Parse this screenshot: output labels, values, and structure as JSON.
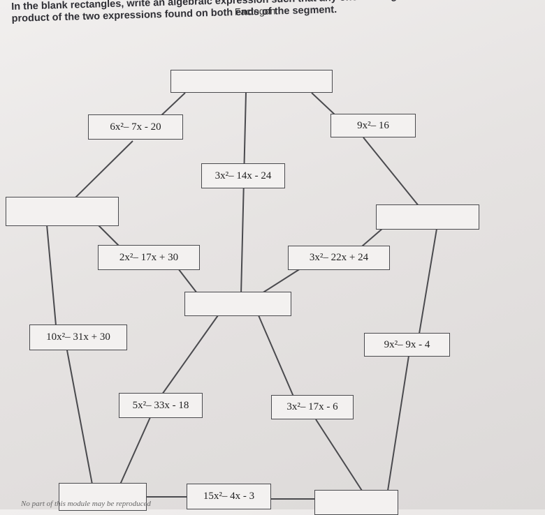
{
  "header": {
    "title": "Factogon",
    "instruction_line1": "In the blank rectangles, write an algebraic expression such that any one of the given trinomials is the",
    "instruction_line2": "product of the two expressions found on both ends of the segment."
  },
  "trinomials": [
    {
      "name": "t1",
      "label": "6x²– 7x - 20"
    },
    {
      "name": "t2",
      "label": "9x²– 16"
    },
    {
      "name": "t3",
      "label": "3x²– 14x - 24"
    },
    {
      "name": "t4",
      "label": "2x²– 17x + 30"
    },
    {
      "name": "t5",
      "label": "3x²– 22x + 24"
    },
    {
      "name": "t6",
      "label": "10x²– 31x + 30"
    },
    {
      "name": "t7",
      "label": "9x²– 9x - 4"
    },
    {
      "name": "t8",
      "label": "5x²– 33x - 18"
    },
    {
      "name": "t9",
      "label": "3x²– 17x - 6"
    },
    {
      "name": "t10",
      "label": "15x²– 4x - 3"
    }
  ],
  "footer": {
    "text": "No part of this module may be reproduced"
  }
}
